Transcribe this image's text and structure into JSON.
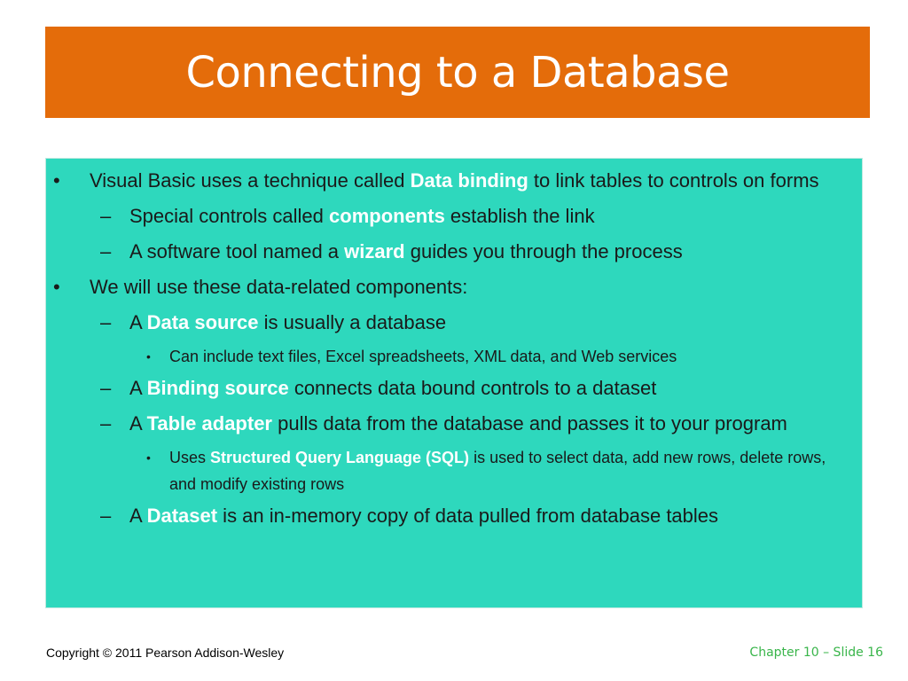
{
  "title": "Connecting to a Database",
  "colors": {
    "title_bg": "#e46c0a",
    "content_bg": "#2ed8bd",
    "highlight": "#ffffff",
    "footer_right": "#39b54a"
  },
  "bullets": {
    "b1": {
      "marker": "•",
      "pre": "Visual Basic uses a technique called ",
      "em": "Data binding",
      "post": " to link tables to controls on forms"
    },
    "b1a": {
      "marker": "–",
      "pre": "Special controls called ",
      "em": "components",
      "post": " establish the link"
    },
    "b1b": {
      "marker": "–",
      "pre": "A software tool named a ",
      "em": "wizard",
      "post": " guides you through the process"
    },
    "b2": {
      "marker": "•",
      "text": "We will use these data-related components:"
    },
    "b2a": {
      "marker": "–",
      "pre": "A ",
      "em": "Data source",
      "post": " is usually a database"
    },
    "b2a1": {
      "marker": "•",
      "text": "Can include text files, Excel spreadsheets, XML data, and Web services"
    },
    "b2b": {
      "marker": "–",
      "pre": "A ",
      "em": "Binding source",
      "post": " connects data bound controls to a dataset"
    },
    "b2c": {
      "marker": "–",
      "pre": "A ",
      "em": "Table adapter",
      "post": " pulls data from the database and passes it to your program"
    },
    "b2c1": {
      "marker": "•",
      "pre": "Uses ",
      "em": "Structured Query Language (SQL)",
      "post": " is used to select data, add new rows, delete rows, and modify existing rows"
    },
    "b2d": {
      "marker": "–",
      "pre": "A ",
      "em": "Dataset",
      "post": " is an in-memory copy of data pulled from database tables"
    }
  },
  "footer": {
    "copyright": "Copyright © 2011 Pearson Addison-Wesley",
    "slide": "Chapter 10 – Slide 16"
  }
}
